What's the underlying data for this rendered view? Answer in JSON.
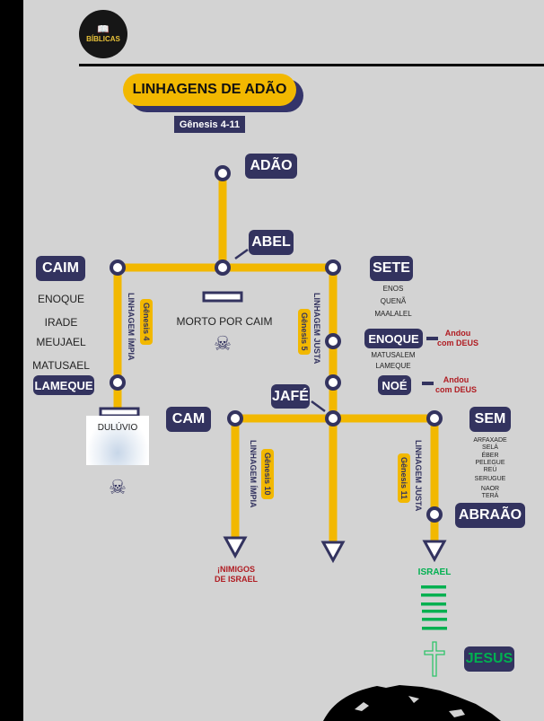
{
  "logo": {
    "text": "BÍBLICAS"
  },
  "title": "LINHAGENS DE ADÃO",
  "reference": "Gênesis 4-11",
  "nodes": {
    "adao": "ADÃO",
    "abel": "ABEL",
    "caim": "CAIM",
    "sete": "SETE",
    "lameque": "LAMEQUE",
    "enoque": "ENOQUE",
    "noe": "NOÉ",
    "jafe": "JAFÉ",
    "cam": "CAM",
    "sem": "SEM",
    "abraao": "ABRAÃO",
    "jesus": "JESUS"
  },
  "abel_fate": "MORTO POR CAIM",
  "caim_descendants": [
    "ENOQUE",
    "IRADE",
    "MEUJAEL",
    "MATUSAEL"
  ],
  "sete_descendants": [
    "ENOS",
    "QUENÃ",
    "MAALALEL"
  ],
  "enoque_descendants": [
    "MATUSALEM",
    "LAMEQUE"
  ],
  "sem_descendants": [
    "ARFAXADE",
    "SELÁ",
    "ÉBER",
    "PELEGUE",
    "REÚ",
    "SERUGUE",
    "NAOR",
    "TERÁ"
  ],
  "walked_with_god": [
    "Andou",
    "com DEUS"
  ],
  "flood": "DULÚVIO",
  "lines": {
    "caim_line": "LINHAGEM ÍMPIA",
    "caim_ref": "Gênesis 4",
    "sete_line": "LINHAGEM JUSTA",
    "sete_ref": "Gênesis 5",
    "cam_line": "LINHAGEM ÍMPIA",
    "cam_ref": "Gênesis 10",
    "sem_line": "LINHAGEM JUSTA",
    "sem_ref": "Gênesis 11"
  },
  "enemies": [
    "¡NIMIGOS",
    "DE ISRAEL"
  ],
  "israel": "ISRAEL",
  "colors": {
    "navy": "#33335f",
    "yellow": "#f2b800",
    "green": "#00b050",
    "red": "#b01c22",
    "background": "#d3d3d3"
  }
}
